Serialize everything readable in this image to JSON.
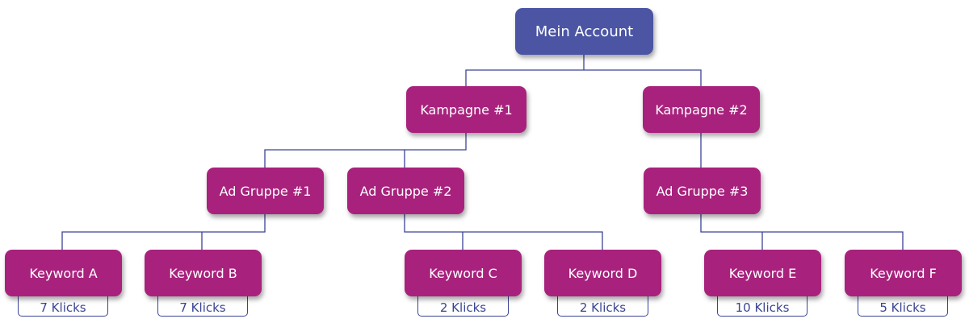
{
  "colors": {
    "root": "#4b55a3",
    "node": "#a8227d",
    "connector": "#3a4494"
  },
  "root": {
    "label": "Mein Account"
  },
  "campaigns": [
    {
      "label": "Kampagne #1"
    },
    {
      "label": "Kampagne #2"
    }
  ],
  "ad_groups": [
    {
      "label": "Ad Gruppe #1"
    },
    {
      "label": "Ad Gruppe #2"
    },
    {
      "label": "Ad Gruppe #3"
    }
  ],
  "keywords": [
    {
      "label": "Keyword A",
      "clicks": "7 Klicks"
    },
    {
      "label": "Keyword B",
      "clicks": "7 Klicks"
    },
    {
      "label": "Keyword C",
      "clicks": "2 Klicks"
    },
    {
      "label": "Keyword D",
      "clicks": "2 Klicks"
    },
    {
      "label": "Keyword E",
      "clicks": "10 Klicks"
    },
    {
      "label": "Keyword F",
      "clicks": "5 Klicks"
    }
  ]
}
